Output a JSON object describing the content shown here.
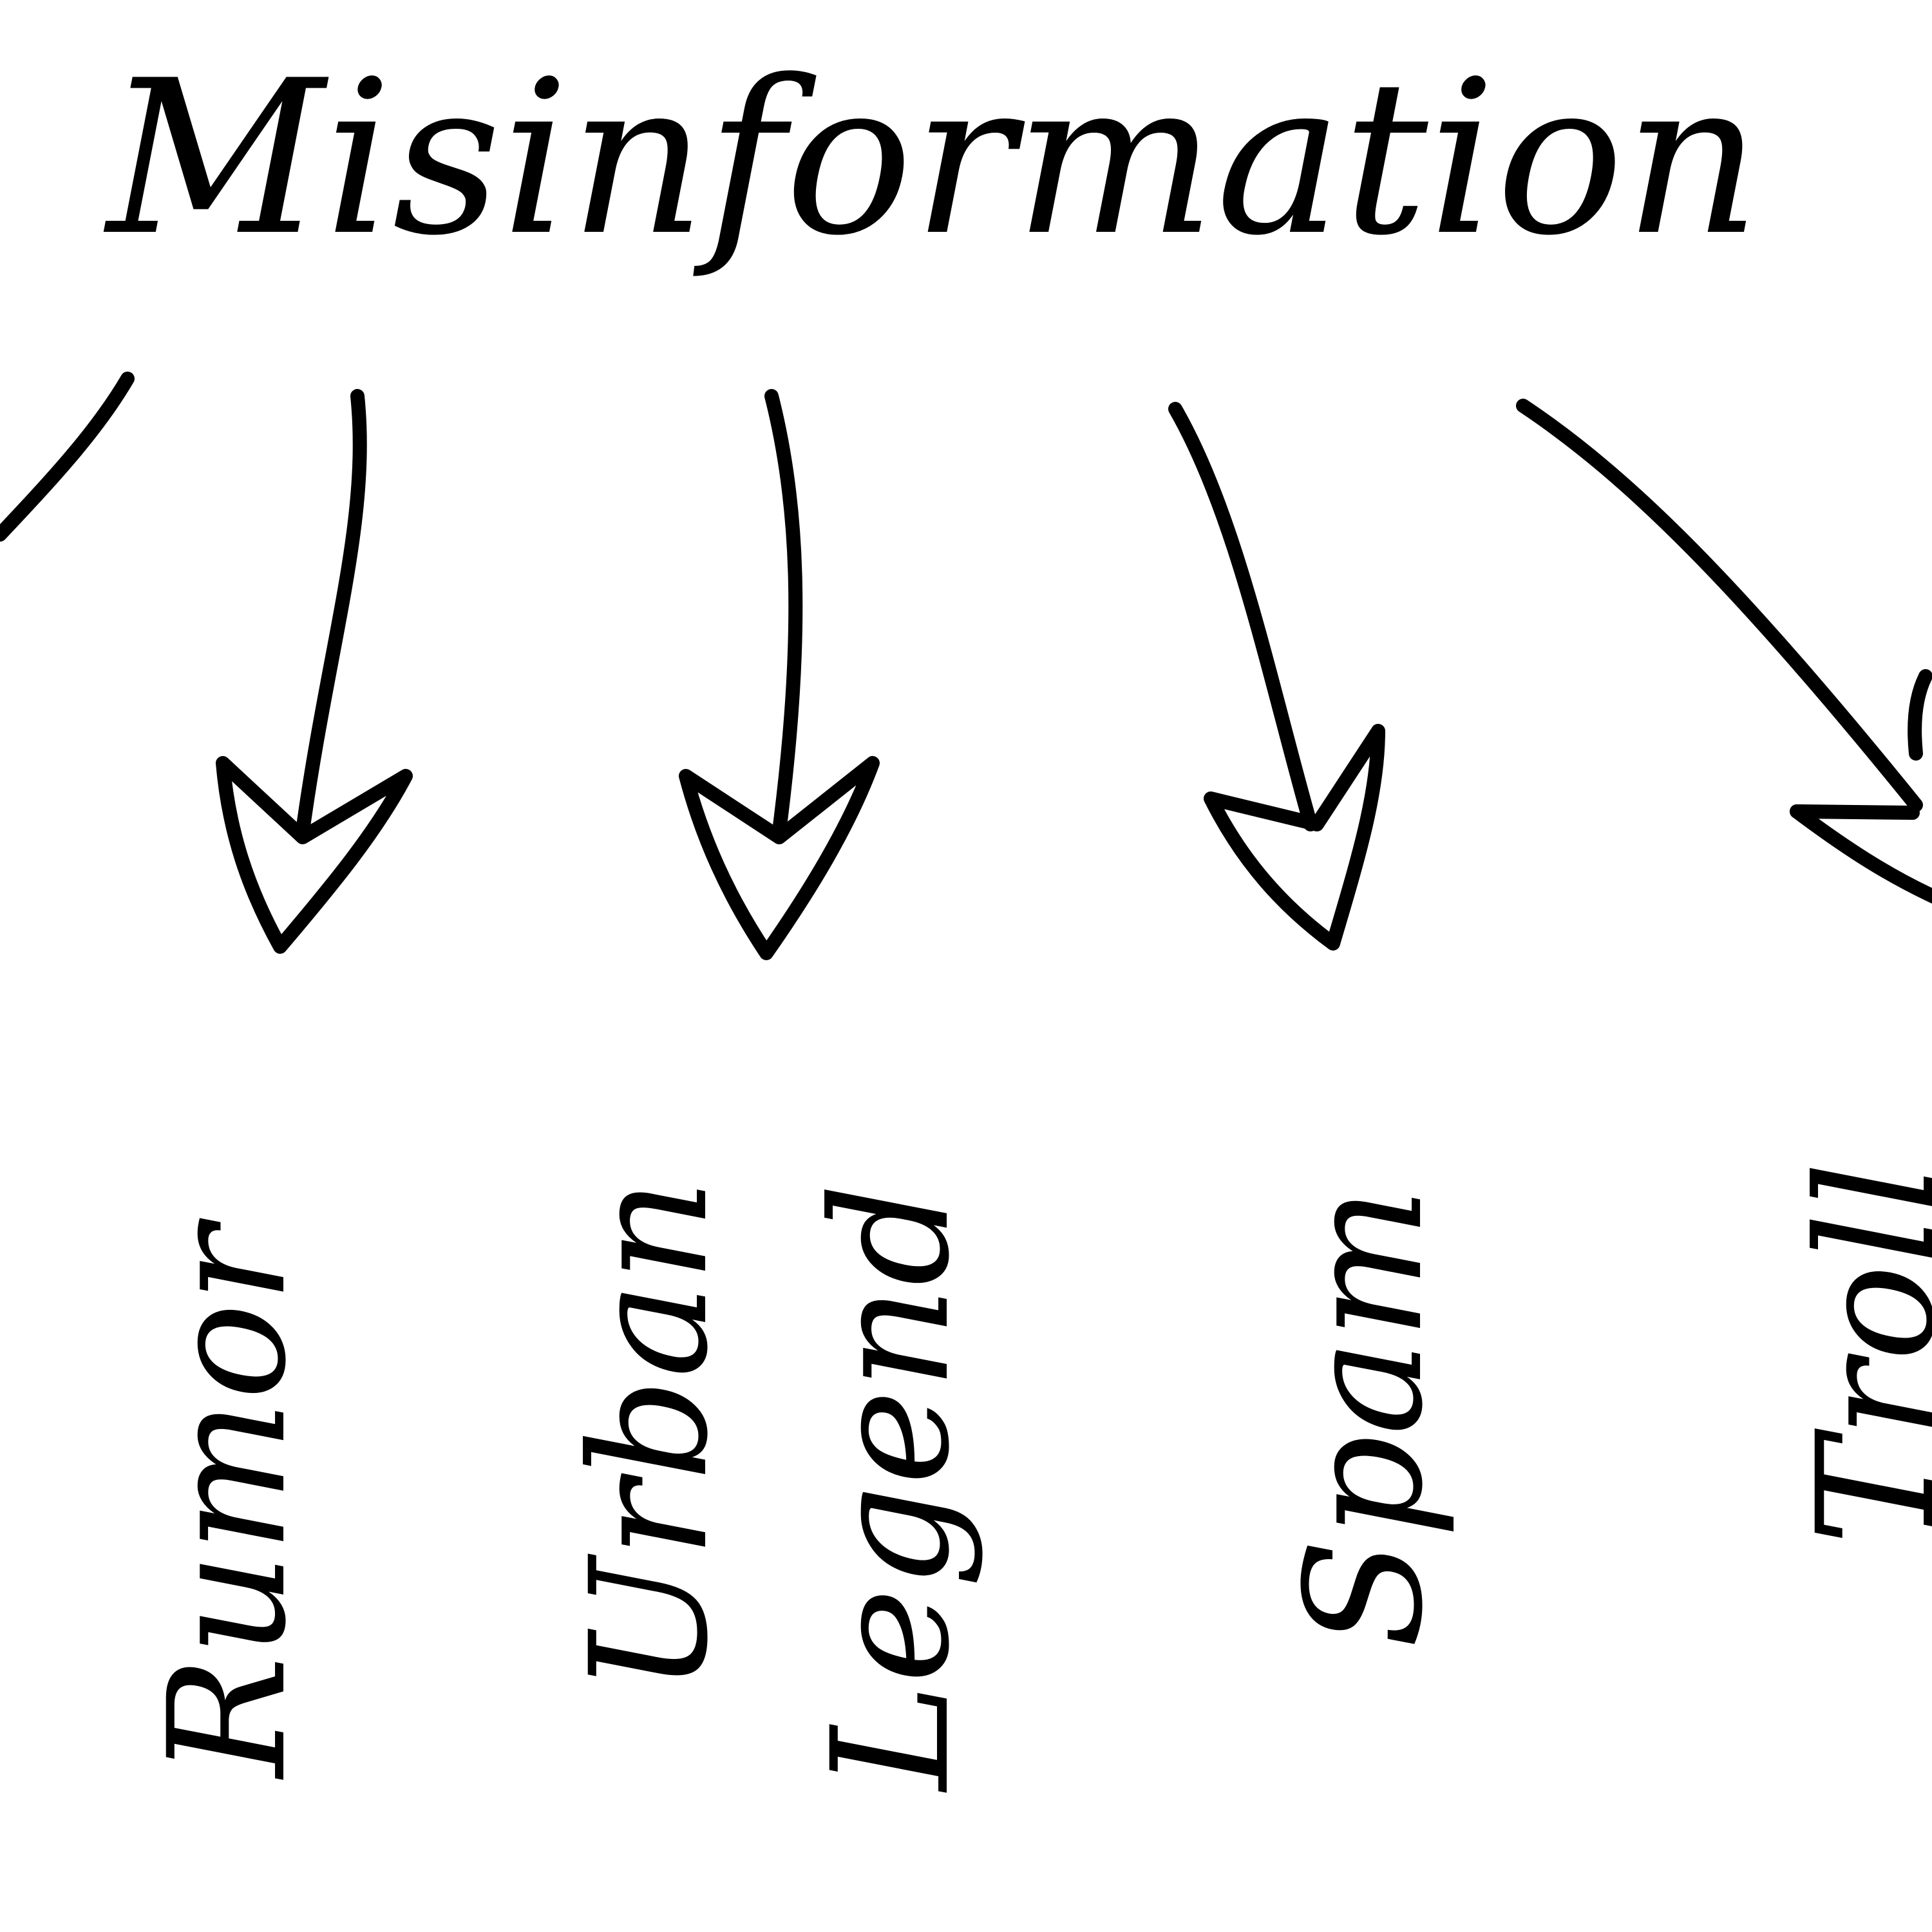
{
  "diagram": {
    "root": "Misinformation",
    "children": [
      {
        "label": "Rumor"
      },
      {
        "label_lines": [
          "Urban",
          "Legend"
        ]
      },
      {
        "label": "Spam"
      },
      {
        "label": "Troll"
      }
    ]
  },
  "colors": {
    "ink": "#000000",
    "background": "#ffffff"
  }
}
